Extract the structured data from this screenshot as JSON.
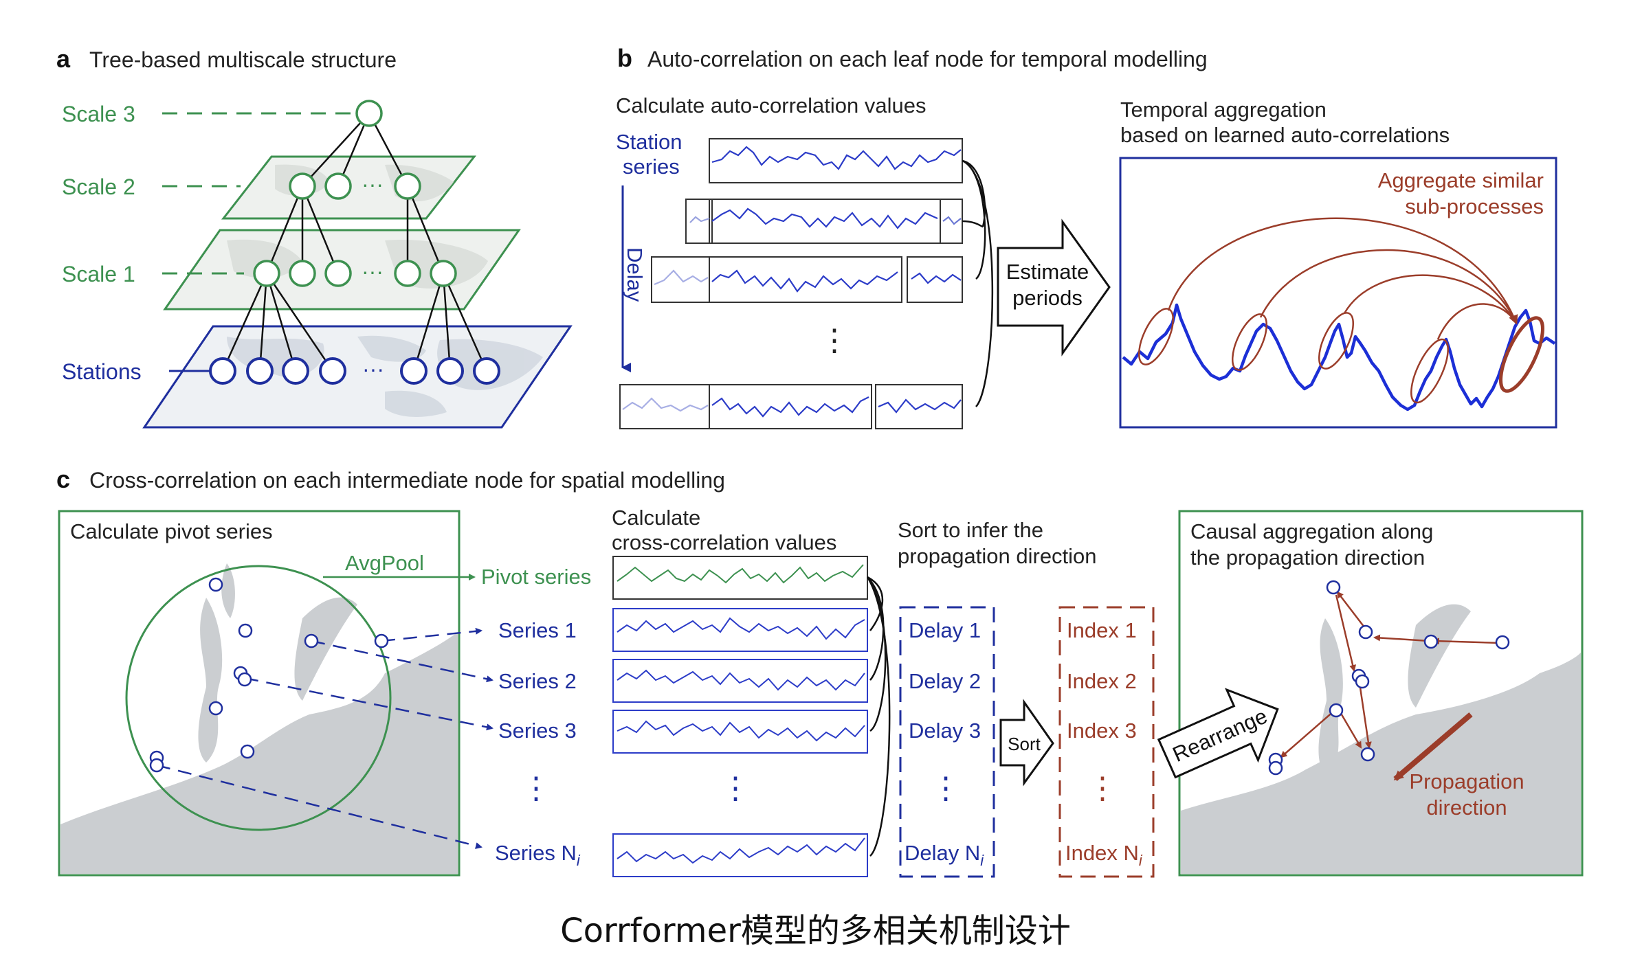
{
  "colors": {
    "green": "#3d9150",
    "blue": "#1f2f9e",
    "lineBlue": "#2c3cc8",
    "brown": "#9b3d2a",
    "gray": "#c9cbcd",
    "map": "#e4e7ea",
    "black": "#222222"
  },
  "panel_a": {
    "letter": "a",
    "title": "Tree-based multiscale structure",
    "scale3": "Scale 3",
    "scale2": "Scale 2",
    "scale1": "Scale 1",
    "stations": "Stations",
    "dots": "···"
  },
  "panel_b": {
    "letter": "b",
    "title": "Auto-correlation on each leaf node for temporal modelling",
    "calc_title": "Calculate auto-correlation values",
    "station_series_1": "Station",
    "station_series_2": "series",
    "delay": "Delay",
    "estimate_1": "Estimate",
    "estimate_2": "periods",
    "temporal_1": "Temporal aggregation",
    "temporal_2": "based on learned auto-correlations",
    "aggregate_1": "Aggregate similar",
    "aggregate_2": "sub-processes",
    "vdots": "⋮"
  },
  "panel_c": {
    "letter": "c",
    "title": "Cross-correlation on each intermediate node for spatial modelling",
    "pivot_title": "Calculate pivot series",
    "avgpool": "AvgPool",
    "pivot_series": "Pivot series",
    "series": [
      "Series 1",
      "Series 2",
      "Series 3"
    ],
    "series_n": "Series N",
    "series_n_sub": "i",
    "cross_1": "Calculate",
    "cross_2": "cross-correlation values",
    "sort_1": "Sort to infer the",
    "sort_2": "propagation direction",
    "delays": [
      "Delay 1",
      "Delay 2",
      "Delay 3"
    ],
    "delay_n": "Delay N",
    "indexes": [
      "Index 1",
      "Index 2",
      "Index 3"
    ],
    "index_n": "Index N",
    "sort": "Sort",
    "rearrange": "Rearrange",
    "causal_1": "Causal aggregation along",
    "causal_2": "the propagation direction",
    "prop_1": "Propagation",
    "prop_2": "direction",
    "vdots": "⋮"
  },
  "caption": "Corrformer模型的多相关机制设计"
}
